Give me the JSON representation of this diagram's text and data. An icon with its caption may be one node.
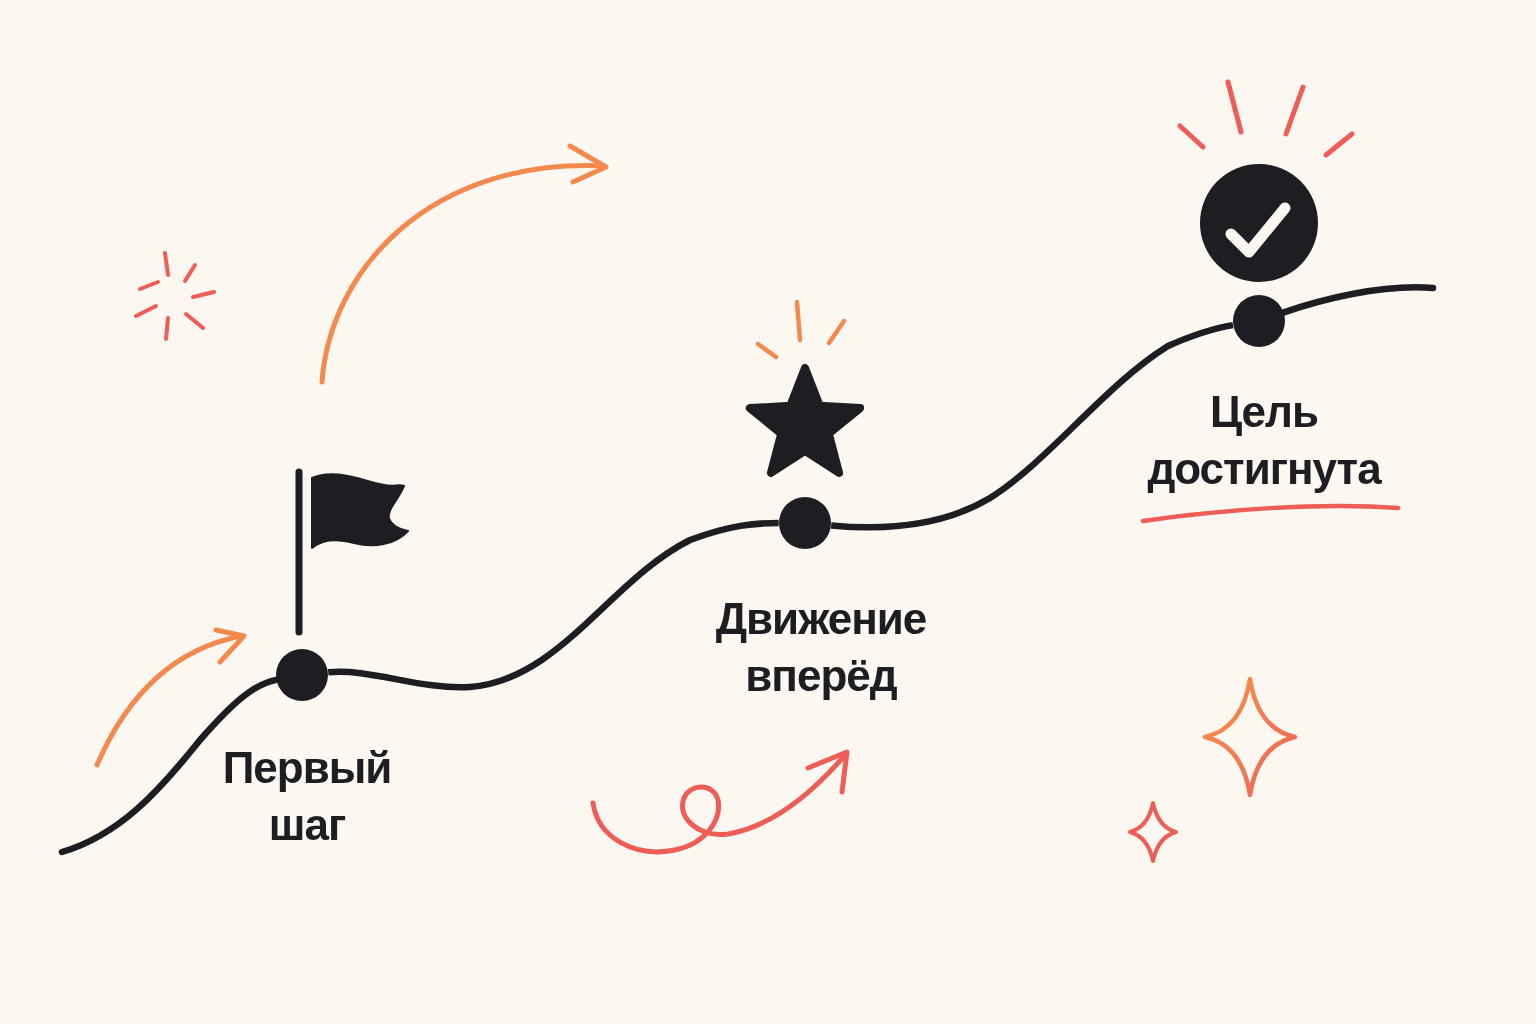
{
  "diagram": {
    "nodes": [
      {
        "text": [
          "Первый шаг"
        ]
      },
      {
        "text": [
          "Движение вперёд"
        ]
      },
      {
        "text": [
          "Цель достигнута"
        ]
      }
    ],
    "edges": [
      {
        "from": null,
        "to": 0,
        "arrow": "none"
      },
      {
        "from": 0,
        "to": 1,
        "arrow": "none"
      },
      {
        "from": 1,
        "to": 2,
        "arrow": "none"
      },
      {
        "from": 2,
        "to": null,
        "arrow": "none"
      }
    ]
  }
}
